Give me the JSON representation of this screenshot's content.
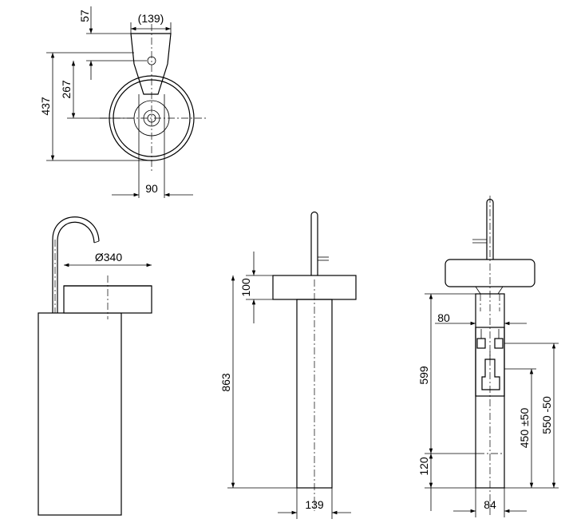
{
  "drawing": {
    "top_view": {
      "dim_57": "57",
      "dim_139_paren": "(139)",
      "dim_267": "267",
      "dim_437": "437",
      "dim_90": "90"
    },
    "perspective_view": {
      "dim_diameter": "Ø340"
    },
    "side_view": {
      "dim_100": "100",
      "dim_863": "863",
      "dim_139": "139"
    },
    "rear_view": {
      "dim_80": "80",
      "dim_599": "599",
      "dim_120": "120",
      "dim_450": "450 ±50",
      "dim_550": "550 -50",
      "dim_84": "84"
    }
  }
}
